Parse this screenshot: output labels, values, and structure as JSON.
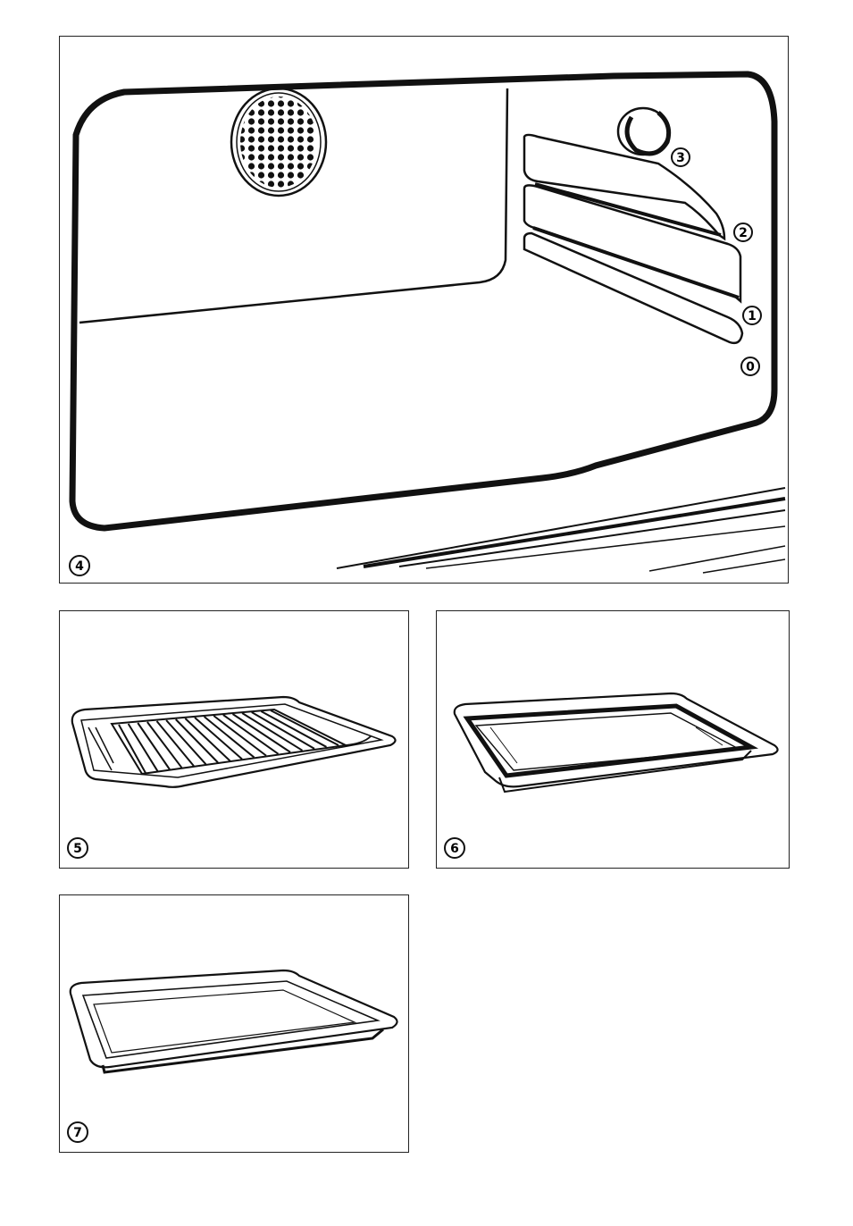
{
  "figures": [
    {
      "id": "4",
      "label": "4",
      "levels": [
        "3",
        "2",
        "1",
        "0"
      ]
    },
    {
      "id": "5",
      "label": "5"
    },
    {
      "id": "6",
      "label": "6"
    },
    {
      "id": "7",
      "label": "7"
    }
  ]
}
